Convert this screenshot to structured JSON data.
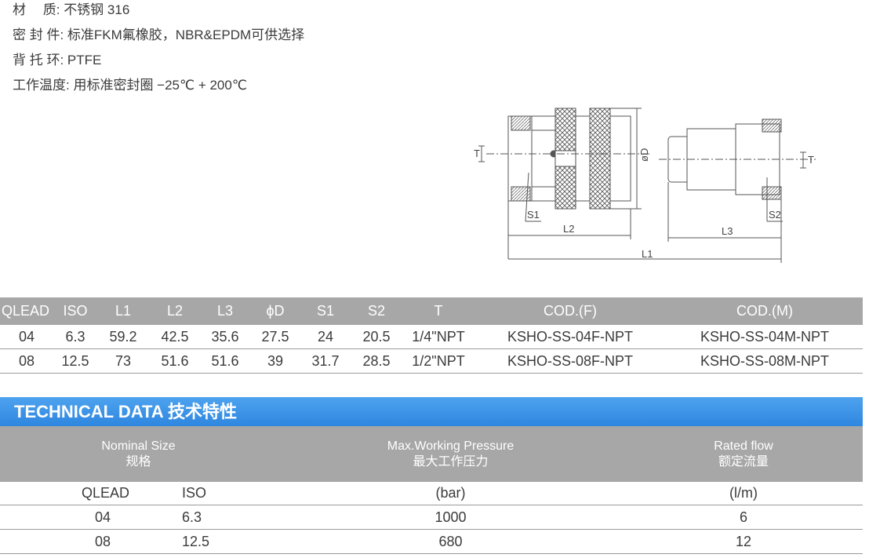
{
  "specs": [
    {
      "label": "材　 质",
      "value": "不锈钢 316"
    },
    {
      "label": "密 封 件",
      "value": "标准FKM氟橡胶，NBR&EPDM可供选择"
    },
    {
      "label": "背 托 环",
      "value": "PTFE"
    },
    {
      "label": "工作温度",
      "value": "用标准密封圈 −25℃ + 200℃"
    }
  ],
  "drawing": {
    "labels": {
      "T": "T",
      "D": "øD",
      "S1": "S1",
      "S2": "S2",
      "L1": "L1",
      "L2": "L2",
      "L3": "L3"
    }
  },
  "dimensions_table": {
    "headers": [
      "QLEAD",
      "ISO",
      "L1",
      "L2",
      "L3",
      "ϕD",
      "S1",
      "S2",
      "T",
      "COD.(F)",
      "COD.(M)"
    ],
    "rows": [
      [
        "04",
        "6.3",
        "59.2",
        "42.5",
        "35.6",
        "27.5",
        "24",
        "20.5",
        "1/4\"NPT",
        "KSHO-SS-04F-NPT",
        "KSHO-SS-04M-NPT"
      ],
      [
        "08",
        "12.5",
        "73",
        "51.6",
        "51.6",
        "39",
        "31.7",
        "28.5",
        "1/2\"NPT",
        "KSHO-SS-08F-NPT",
        "KSHO-SS-08M-NPT"
      ]
    ]
  },
  "tech": {
    "title": "TECHNICAL DATA 技术特性",
    "headers": [
      {
        "en": "Nominal Size",
        "zh": "规格"
      },
      {
        "en": "Max.Working Pressure",
        "zh": "最大工作压力"
      },
      {
        "en": "Rated flow",
        "zh": "额定流量"
      }
    ],
    "units": [
      "QLEAD",
      "ISO",
      "(bar)",
      "(l/m)"
    ],
    "rows": [
      [
        "04",
        "6.3",
        "1000",
        "6"
      ],
      [
        "08",
        "12.5",
        "680",
        "12"
      ]
    ]
  },
  "colors": {
    "header_gray": "#a7a7a7",
    "banner_blue": "#3a93e6",
    "text": "#3b3b3b"
  }
}
